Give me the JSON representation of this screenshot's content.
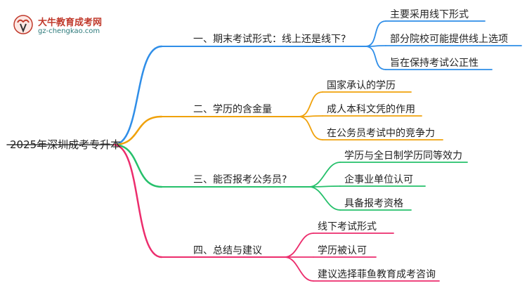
{
  "logo": {
    "title": "大牛教育成考网",
    "url": "gz-chengkao.com"
  },
  "mindmap": {
    "root": "2025年深圳成考专升本",
    "branches": [
      {
        "label": "一、期末考试形式：线上还是线下?",
        "color": "#2f8ee8",
        "children": [
          "主要采用线下形式",
          "部分院校可能提供线上选项",
          "旨在保持考试公正性"
        ]
      },
      {
        "label": "二、学历的含金量",
        "color": "#f0a20c",
        "children": [
          "国家承认的学历",
          "成人本科文凭的作用",
          "在公务员考试中的竞争力"
        ]
      },
      {
        "label": "三、能否报考公务员?",
        "color": "#26c06b",
        "children": [
          "学历与全日制学历同等效力",
          "企事业单位认可",
          "具备报考资格"
        ]
      },
      {
        "label": "四、总结与建议",
        "color": "#ec2d6d",
        "children": [
          "线下考试形式",
          "学历被认可",
          "建议选择菲鱼教育成考咨询"
        ]
      }
    ]
  }
}
